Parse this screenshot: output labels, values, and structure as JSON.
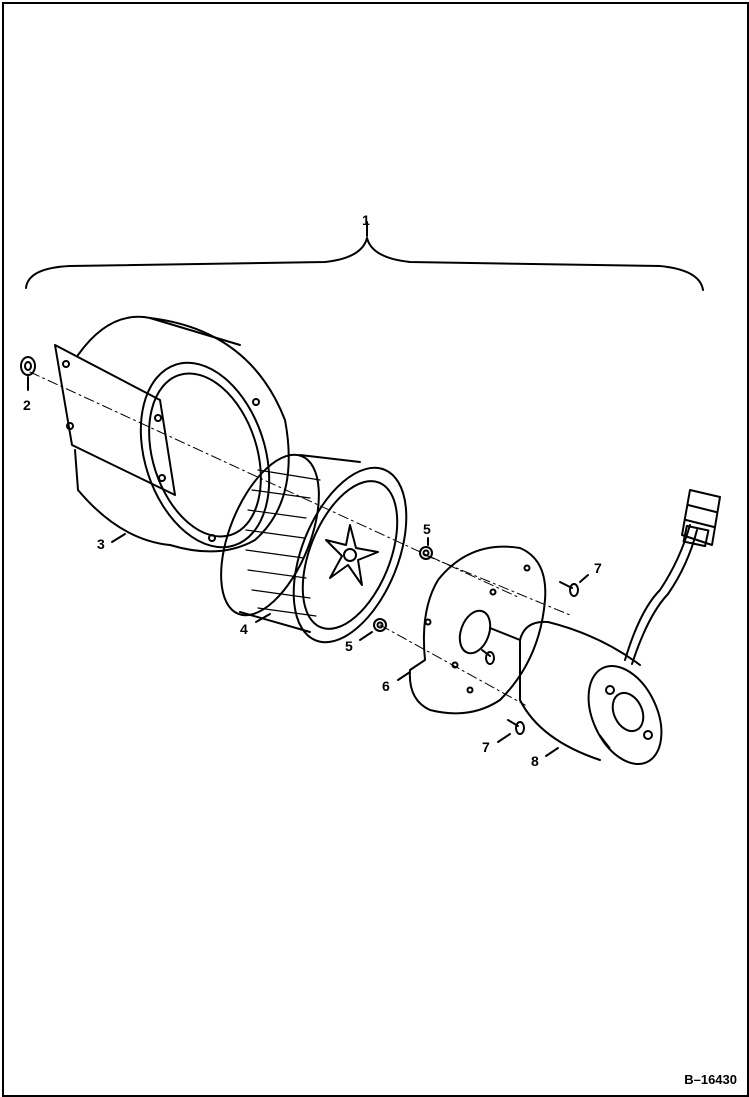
{
  "figure_id": "B–16430",
  "callouts": {
    "c1": "1",
    "c2": "2",
    "c3": "3",
    "c4": "4",
    "c5a": "5",
    "c5b": "5",
    "c6": "6",
    "c7a": "7",
    "c7b": "7",
    "c8": "8"
  },
  "parts": [
    {
      "ref": "1",
      "icon": "blower-assembly"
    },
    {
      "ref": "2",
      "icon": "nut-icon"
    },
    {
      "ref": "3",
      "icon": "blower-housing-icon"
    },
    {
      "ref": "4",
      "icon": "blower-wheel-icon"
    },
    {
      "ref": "5",
      "icon": "nut-icon"
    },
    {
      "ref": "6",
      "icon": "mounting-plate-icon"
    },
    {
      "ref": "7",
      "icon": "screw-icon"
    },
    {
      "ref": "8",
      "icon": "blower-motor-icon"
    }
  ],
  "colors": {
    "line": "#000000",
    "background": "#ffffff"
  }
}
